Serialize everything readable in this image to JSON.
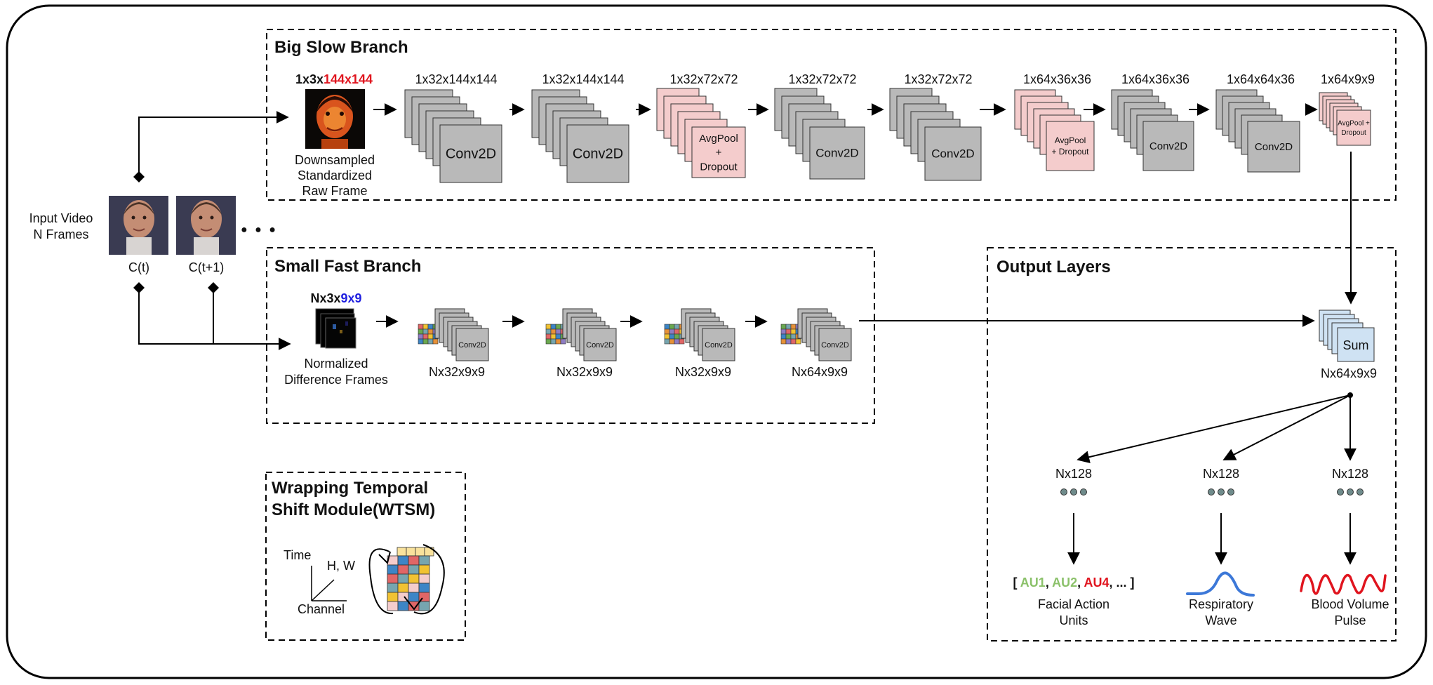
{
  "input": {
    "label_line1": "Input Video",
    "label_line2": "N Frames",
    "frame1_label": "C(t)",
    "frame2_label": "C(t+1)",
    "ellipsis": "● ● ●"
  },
  "big_slow": {
    "title": "Big Slow Branch",
    "input_dim_prefix": "1x3x",
    "input_dim_suffix": "144x144",
    "input_caption_line1": "Downsampled",
    "input_caption_line2": "Standardized",
    "input_caption_line3": "Raw Frame",
    "layers": [
      {
        "dim": "1x32x144x144",
        "op": "Conv2D",
        "kind": "conv"
      },
      {
        "dim": "1x32x144x144",
        "op": "Conv2D",
        "kind": "conv"
      },
      {
        "dim": "1x32x72x72",
        "op_line1": "AvgPool",
        "op_line2": "+",
        "op_line3": "Dropout",
        "kind": "pool"
      },
      {
        "dim": "1x32x72x72",
        "op": "Conv2D",
        "kind": "conv"
      },
      {
        "dim": "1x32x72x72",
        "op": "Conv2D",
        "kind": "conv"
      },
      {
        "dim": "1x64x36x36",
        "op_line1": "AvgPool",
        "op_line2": "+ Dropout",
        "kind": "pool"
      },
      {
        "dim": "1x64x36x36",
        "op": "Conv2D",
        "kind": "conv"
      },
      {
        "dim": "1x64x64x36",
        "op": "Conv2D",
        "kind": "conv"
      },
      {
        "dim": "1x64x9x9",
        "op_line1": "AvgPool +",
        "op_line2": "Dropout",
        "kind": "pool"
      }
    ]
  },
  "small_fast": {
    "title": "Small Fast Branch",
    "input_dim_prefix": "Nx3x",
    "input_dim_suffix": "9x9",
    "input_caption_line1": "Normalized",
    "input_caption_line2": "Difference Frames",
    "layers": [
      {
        "dim": "Nx32x9x9",
        "op": "Conv2D"
      },
      {
        "dim": "Nx32x9x9",
        "op": "Conv2D"
      },
      {
        "dim": "Nx32x9x9",
        "op": "Conv2D"
      },
      {
        "dim": "Nx64x9x9",
        "op": "Conv2D"
      }
    ]
  },
  "wtsm": {
    "title_line1": "Wrapping Temporal",
    "title_line2": "Shift Module(WTSM)",
    "axis_time": "Time",
    "axis_hw": "H, W",
    "axis_channel": "Channel"
  },
  "output": {
    "title": "Output Layers",
    "sum_label": "Sum",
    "sum_dim": "Nx64x9x9",
    "heads": [
      {
        "dim": "Nx128",
        "caption_line1": "Facial Action",
        "caption_line2": "Units"
      },
      {
        "dim": "Nx128",
        "caption_line1": "Respiratory",
        "caption_line2": "Wave"
      },
      {
        "dim": "Nx128",
        "caption_line1": "Blood Volume",
        "caption_line2": "Pulse"
      }
    ],
    "au_open": "[ ",
    "au1": "AU1",
    "au_sep1": ", ",
    "au2": "AU2",
    "au_sep2": ", ",
    "au4": "AU4",
    "au_rest": ", ... ]"
  },
  "colors": {
    "conv_fill": "#b9b9b9",
    "pool_fill": "#f4cccc",
    "sum_fill": "#cfe2f3",
    "red_highlight": "#e0141e",
    "blue_highlight": "#1f1fe0",
    "au_green": "#8bc16a",
    "resp_blue": "#3c78d8",
    "bvp_red": "#e0141e",
    "dot_fill": "#6f8b8b"
  }
}
